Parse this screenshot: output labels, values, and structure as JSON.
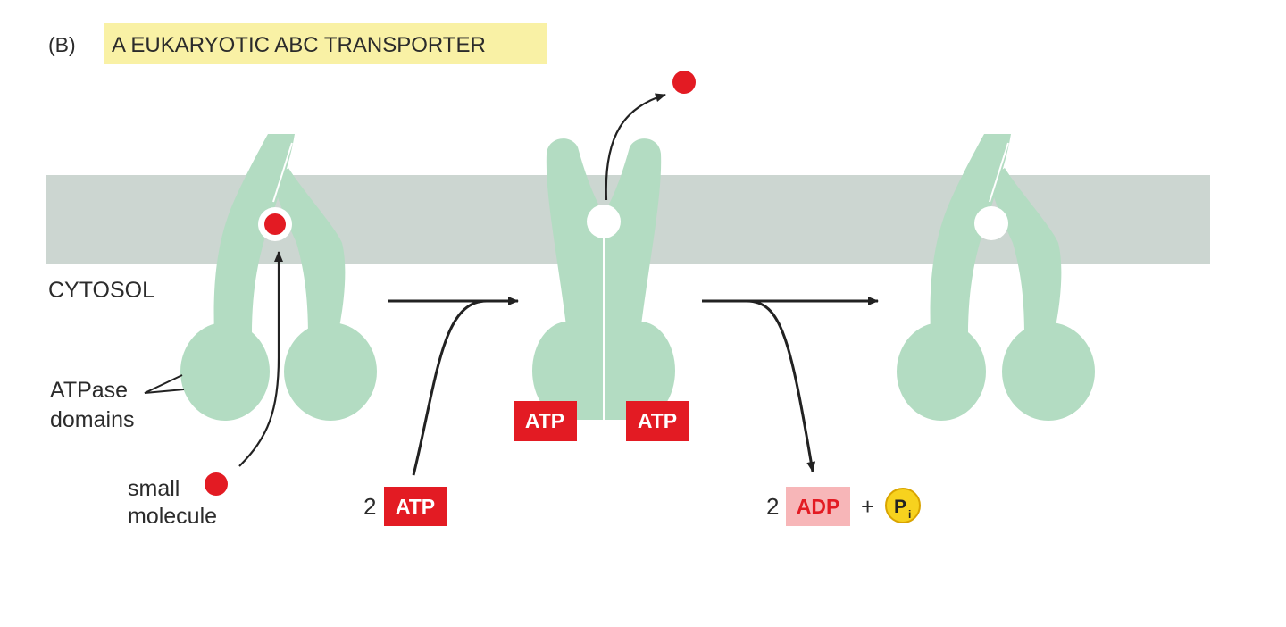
{
  "panel_label": "(B)",
  "title": "A EUKARYOTIC ABC TRANSPORTER",
  "labels": {
    "cytosol": "CYTOSOL",
    "atpase_line1": "ATPase",
    "atpase_line2": "domains",
    "small_line1": "small",
    "small_line2": "molecule"
  },
  "reactants": {
    "coef": "2",
    "atp": "ATP"
  },
  "bound": {
    "left": "ATP",
    "right": "ATP"
  },
  "products": {
    "coef": "2",
    "adp": "ADP",
    "plus": "+",
    "pi": "P"
  },
  "colors": {
    "title_highlight": "#f9f1a5",
    "membrane": "#ccd6d1",
    "protein": "#b3dcc2",
    "molecule_red": "#e31b23",
    "atp_badge": "#e31b23",
    "adp_badge": "#f7b6b8",
    "pi_fill": "#f7d21e"
  }
}
